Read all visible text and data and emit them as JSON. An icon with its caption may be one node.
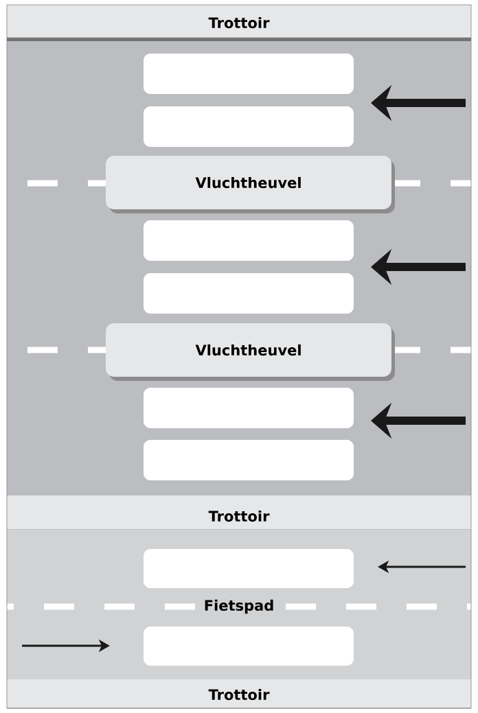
{
  "diagram": {
    "nodes": [
      {
        "text": [
          "Trottoir"
        ]
      },
      {
        "text": [
          "Vluchtheuvel"
        ]
      },
      {
        "text": [
          "Vluchtheuvel"
        ]
      },
      {
        "text": [
          "Trottoir"
        ]
      },
      {
        "text": [
          "Fietspad"
        ]
      },
      {
        "text": [
          "Trottoir"
        ]
      }
    ]
  }
}
